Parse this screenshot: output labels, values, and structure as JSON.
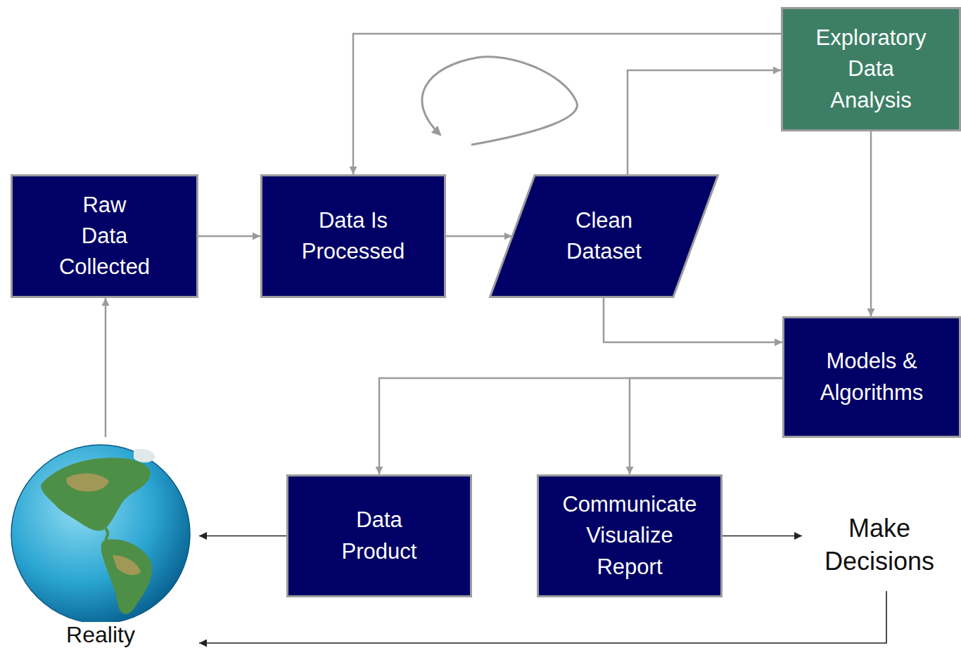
{
  "diagram": {
    "nodes": [
      {
        "text": [
          "Raw Data Collected"
        ]
      },
      {
        "text": [
          "Data Is Processed"
        ]
      },
      {
        "text": [
          "Clean Dataset"
        ]
      },
      {
        "text": [
          "Exploratory Data Analysis"
        ]
      },
      {
        "text": [
          "Models & Algorithms"
        ]
      },
      {
        "text": [
          "Data Product"
        ]
      },
      {
        "text": [
          "Communicate Visualize Report"
        ]
      },
      {
        "text": [
          "Make Decisions"
        ]
      },
      {
        "text": [
          "Reality"
        ]
      }
    ],
    "edges": [
      {
        "from": 0,
        "to": 1,
        "arrow": "to"
      },
      {
        "from": 1,
        "to": 2,
        "arrow": "to"
      },
      {
        "from": 2,
        "to": 3,
        "arrow": "to"
      },
      {
        "from": 3,
        "to": 1,
        "arrow": "to"
      },
      {
        "from": 3,
        "to": 4,
        "arrow": "to"
      },
      {
        "from": 2,
        "to": 4,
        "arrow": "to"
      },
      {
        "from": 4,
        "to": 5,
        "arrow": "to"
      },
      {
        "from": 4,
        "to": 6,
        "arrow": "to"
      },
      {
        "from": 5,
        "to": 8,
        "arrow": "to"
      },
      {
        "from": 6,
        "to": 7,
        "arrow": "to"
      },
      {
        "from": 7,
        "to": 8,
        "arrow": "to"
      },
      {
        "from": 8,
        "to": 0,
        "arrow": "to"
      }
    ]
  }
}
